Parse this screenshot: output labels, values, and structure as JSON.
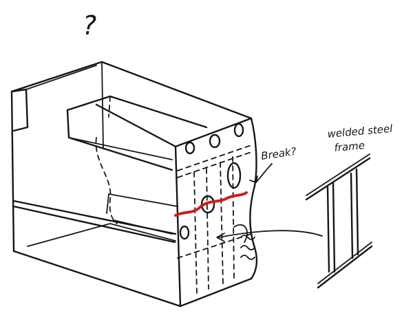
{
  "sketch": {
    "question_mark": "?",
    "labels": {
      "break": "Break?",
      "frame_line1": "welded steel",
      "frame_line2": "frame"
    },
    "colors": {
      "ink": "#161616",
      "break_line": "#d01c1c",
      "background": "#ffffff"
    }
  }
}
